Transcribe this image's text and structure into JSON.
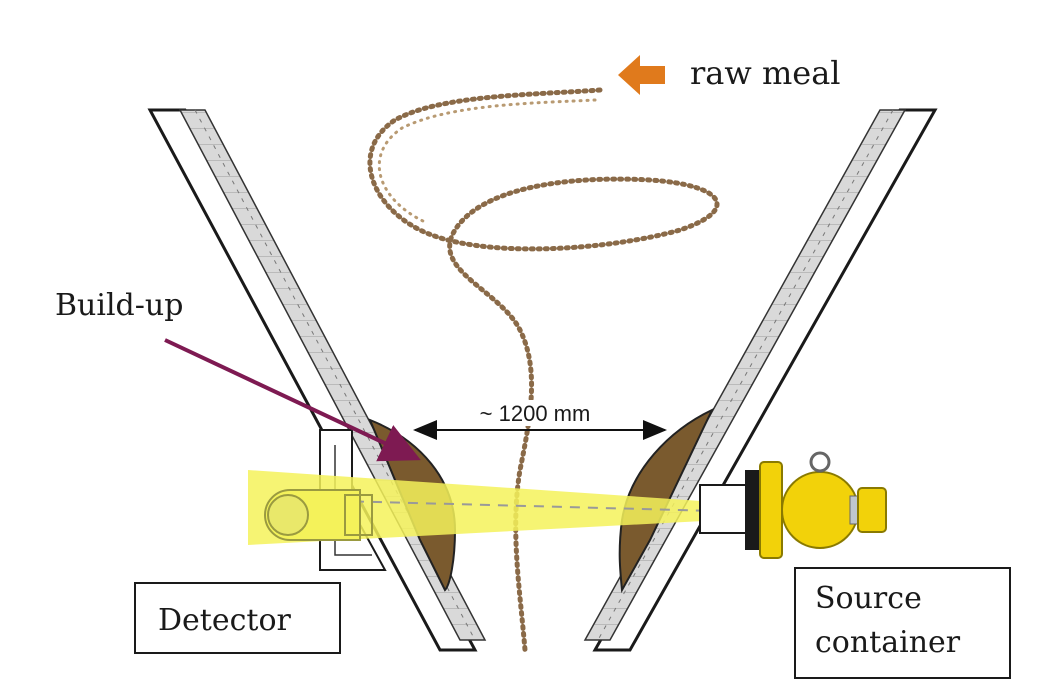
{
  "labels": {
    "raw_meal": "raw meal",
    "build_up": "Build-up",
    "distance": "~ 1200 mm",
    "detector": "Detector",
    "source_line1": "Source",
    "source_line2": "container"
  },
  "colors": {
    "beam": "#f4f25a",
    "buildup": "#7a5a2e",
    "arrow_raw_meal": "#e07a1c",
    "arrow_buildup": "#7e1a52",
    "source": "#f2d20a",
    "particles": "#8a6a48",
    "wall": "#cfcfcf",
    "outline": "#1a1a1a"
  },
  "icons": {
    "raw_meal_arrow": "left-arrow-icon",
    "source": "radiation-source-icon",
    "detector": "detector-icon"
  }
}
